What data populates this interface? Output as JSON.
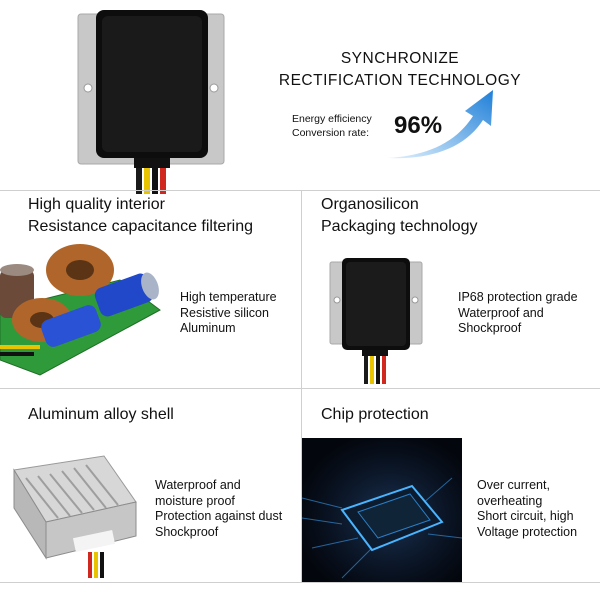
{
  "header": {
    "tech_line1": "SYNCHRONIZE",
    "tech_line2": "RECTIFICATION TECHNOLOGY",
    "efficiency_label_line1": "Energy efficiency",
    "efficiency_label_line2": "Conversion rate:",
    "efficiency_value": "96%"
  },
  "panels": {
    "interior": {
      "title_line1": "High quality interior",
      "title_line2": "Resistance capacitance filtering",
      "features": [
        "High temperature",
        "Resistive silicon",
        "Aluminum"
      ]
    },
    "packaging": {
      "title_line1": "Organosilicon",
      "title_line2": "Packaging technology",
      "features": [
        "IP68 protection grade",
        "Waterproof and",
        "Shockproof"
      ]
    },
    "shell": {
      "title": "Aluminum alloy shell",
      "features": [
        "Waterproof and",
        "moisture proof",
        "Protection against dust",
        "Shockproof"
      ]
    },
    "chip": {
      "title": "Chip protection",
      "features": [
        "Over current,",
        "overheating",
        "Short circuit, high",
        "Voltage protection"
      ]
    }
  },
  "colors": {
    "arrow_start": "#d9eefc",
    "arrow_end": "#1e7fd8",
    "module_body": "#0d0d0d",
    "bracket": "#c9c9c9",
    "chip_glow": "#3ea8ff"
  }
}
